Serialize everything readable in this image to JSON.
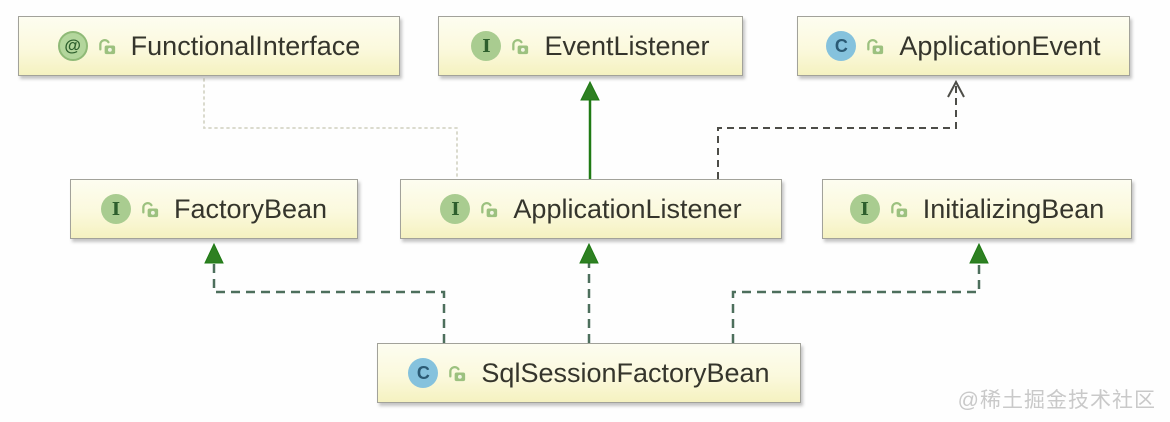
{
  "diagram": {
    "type": "uml-class-diagram",
    "nodes": [
      {
        "id": "functional-interface",
        "label": "FunctionalInterface",
        "kind": "annotation",
        "kind_icon": "@",
        "visibility": "public"
      },
      {
        "id": "event-listener",
        "label": "EventListener",
        "kind": "interface",
        "kind_icon": "I",
        "visibility": "public"
      },
      {
        "id": "application-event",
        "label": "ApplicationEvent",
        "kind": "class",
        "kind_icon": "C",
        "visibility": "public"
      },
      {
        "id": "factory-bean",
        "label": "FactoryBean",
        "kind": "interface",
        "kind_icon": "I",
        "visibility": "public"
      },
      {
        "id": "application-listener",
        "label": "ApplicationListener",
        "kind": "interface",
        "kind_icon": "I",
        "visibility": "public"
      },
      {
        "id": "initializing-bean",
        "label": "InitializingBean",
        "kind": "interface",
        "kind_icon": "I",
        "visibility": "public"
      },
      {
        "id": "sql-session-factory-bean",
        "label": "SqlSessionFactoryBean",
        "kind": "class",
        "kind_icon": "C",
        "visibility": "public"
      }
    ],
    "edges": [
      {
        "from": "ApplicationListener",
        "to": "EventListener",
        "relation": "extends",
        "style": "solid-green-filled-arrow"
      },
      {
        "from": "ApplicationListener",
        "to": "ApplicationEvent",
        "relation": "dependency",
        "style": "dashed-gray-open-arrow"
      },
      {
        "from": "ApplicationListener",
        "to": "FunctionalInterface",
        "relation": "annotated-by",
        "style": "dotted-light-gray"
      },
      {
        "from": "SqlSessionFactoryBean",
        "to": "FactoryBean",
        "relation": "implements",
        "style": "dashed-green-filled-arrow"
      },
      {
        "from": "SqlSessionFactoryBean",
        "to": "ApplicationListener",
        "relation": "implements",
        "style": "dashed-green-filled-arrow"
      },
      {
        "from": "SqlSessionFactoryBean",
        "to": "InitializingBean",
        "relation": "implements",
        "style": "dashed-green-filled-arrow"
      }
    ],
    "colors": {
      "node_fill_top": "#fdfdf0",
      "node_fill_bottom": "#f5f2c0",
      "node_border": "#a2a29a",
      "text": "#35352c",
      "interface_icon_bg": "#a9cc90",
      "annotation_icon_bg": "#b3d69c",
      "class_icon_bg": "#85c2dd",
      "icon_letter_green": "#2d5f2d",
      "icon_letter_blue": "#2b5a74",
      "lock_green": "#9cc17f",
      "extends_green": "#1f7a14",
      "realize_dash": "#4d6f5c",
      "realize_arrow": "#2e8022",
      "dependency_gray": "#4d4d48",
      "annotation_dotted": "#d6d6c8",
      "watermark": "#c9c9c9"
    }
  },
  "watermark": {
    "text": "@稀土掘金技术社区"
  }
}
